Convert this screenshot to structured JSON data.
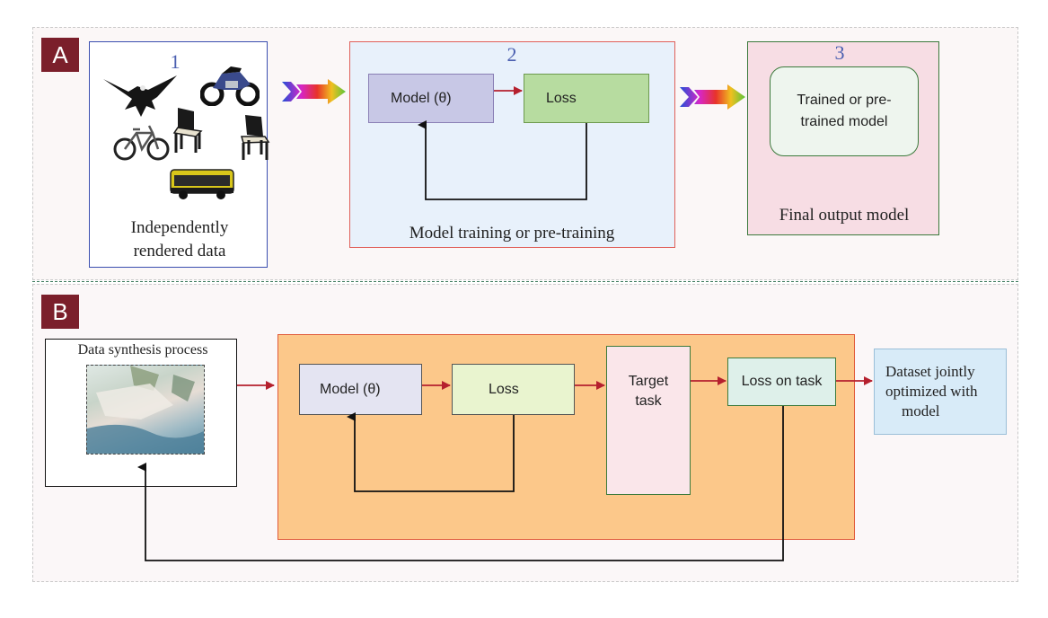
{
  "panel_a": {
    "tag": "A",
    "data_box": {
      "number": "1",
      "caption_line1": "Independently",
      "caption_line2": "rendered data"
    },
    "training_box": {
      "number": "2",
      "model_label": "Model (θ)",
      "loss_label": "Loss",
      "caption": "Model training or pre-training"
    },
    "output_box": {
      "number": "3",
      "model_line1": "Trained or pre-",
      "model_line2": "trained model",
      "caption": "Final output model"
    }
  },
  "panel_b": {
    "tag": "B",
    "synthesis_label": "Data synthesis process",
    "model_label": "Model (θ)",
    "loss_label": "Loss",
    "target_line1": "Target",
    "target_line2": "task",
    "loss_task_label": "Loss on task",
    "output_line1": "Dataset jointly",
    "output_line2": "optimized with",
    "output_line3": "model"
  },
  "icons": [
    "eagle-icon",
    "motorcycle-icon",
    "bicycle-icon",
    "chair-icon",
    "chair-icon",
    "bus-icon"
  ],
  "colors": {
    "tag": "#7b1f2b",
    "arrow": "#b5202e",
    "data_box_border": "#3b4fb0",
    "training_box_bg": "#e8f1fb",
    "training_box_border": "#e0605a",
    "output_box_bg": "#f7dde4",
    "output_box_border": "#3c7a3c",
    "model_fill": "#c8c8e6",
    "loss_fill": "#b7dca0",
    "orange_bg": "#fcc88a",
    "orange_border": "#e05a3a",
    "target_fill": "#fae6ea",
    "loss_task_fill": "#def0ea",
    "dataset_fill": "#d8ebf8"
  }
}
